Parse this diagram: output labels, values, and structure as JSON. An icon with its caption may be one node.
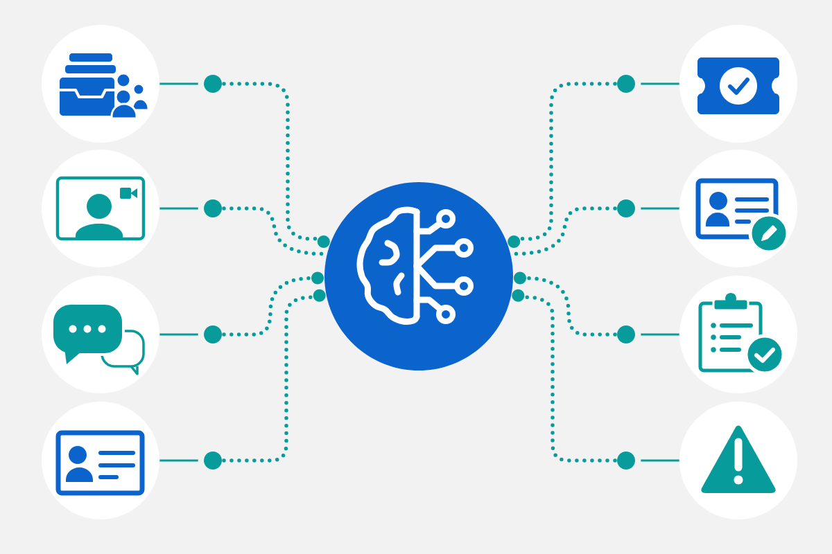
{
  "diagram": {
    "nodes": [
      {
        "text": [],
        "shape": "circle"
      },
      {
        "text": [],
        "shape": "circle"
      },
      {
        "text": [],
        "shape": "circle"
      },
      {
        "text": [],
        "shape": "circle"
      },
      {
        "text": [],
        "shape": "circle"
      },
      {
        "text": [],
        "shape": "circle"
      },
      {
        "text": [],
        "shape": "circle"
      },
      {
        "text": [],
        "shape": "circle"
      },
      {
        "text": [],
        "shape": "circle"
      },
      {
        "text": [],
        "shape": "circle"
      },
      {
        "text": [],
        "shape": "circle"
      },
      {
        "text": [],
        "shape": "circle"
      },
      {
        "text": [],
        "shape": "circle"
      },
      {
        "text": [],
        "shape": "circle"
      },
      {
        "text": [],
        "shape": "circle"
      },
      {
        "text": [],
        "shape": "circle"
      },
      {
        "text": [],
        "shape": "circle"
      }
    ],
    "edges": [
      {
        "from": 0,
        "to": 9,
        "arrow": "none"
      },
      {
        "from": 9,
        "to": 4,
        "arrow": "other",
        "style": "dashed"
      },
      {
        "from": 1,
        "to": 10,
        "arrow": "none"
      },
      {
        "from": 10,
        "to": 4,
        "arrow": "none",
        "style": "dashed"
      },
      {
        "from": 2,
        "to": 11,
        "arrow": "none"
      },
      {
        "from": 11,
        "to": 4,
        "arrow": "other",
        "style": "dashed"
      },
      {
        "from": 3,
        "to": 12,
        "arrow": "none"
      },
      {
        "from": 12,
        "to": 4,
        "arrow": "other",
        "style": "dashed"
      },
      {
        "from": 5,
        "to": 13,
        "arrow": "none"
      },
      {
        "from": 13,
        "to": 4,
        "arrow": "other",
        "style": "dashed"
      },
      {
        "from": 6,
        "to": 14,
        "arrow": "none"
      },
      {
        "from": 14,
        "to": 4,
        "arrow": "none",
        "style": "dashed"
      },
      {
        "from": 7,
        "to": 15,
        "arrow": "none"
      },
      {
        "from": 15,
        "to": 4,
        "arrow": "other",
        "style": "dashed"
      },
      {
        "from": 8,
        "to": 16,
        "arrow": "none"
      },
      {
        "from": 16,
        "to": 4,
        "arrow": "other",
        "style": "dashed"
      }
    ]
  }
}
